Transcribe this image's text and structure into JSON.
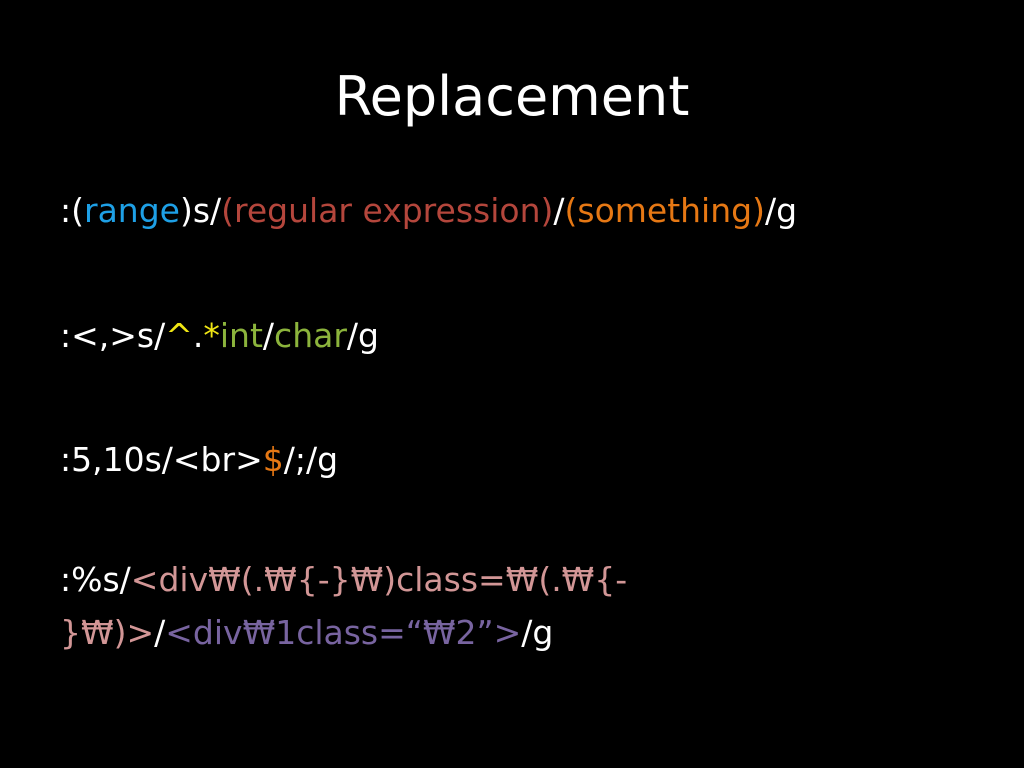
{
  "slide": {
    "title": "Replacement",
    "lines": [
      {
        "id": "line-1",
        "segments": [
          {
            "text": ":(",
            "color": "#ffffff"
          },
          {
            "text": "range",
            "color": "#1ea0e6"
          },
          {
            "text": ")s/",
            "color": "#ffffff"
          },
          {
            "text": "(regular expression)",
            "color": "#b4463c"
          },
          {
            "text": "/",
            "color": "#ffffff"
          },
          {
            "text": "(something)",
            "color": "#e67814"
          },
          {
            "text": "/g",
            "color": "#ffffff"
          }
        ]
      },
      {
        "id": "line-2",
        "segments": [
          {
            "text": ":<,>s/",
            "color": "#ffffff"
          },
          {
            "text": "^",
            "color": "#f0e614"
          },
          {
            "text": ".",
            "color": "#ffffff"
          },
          {
            "text": "*",
            "color": "#f0e614"
          },
          {
            "text": "int",
            "color": "#8cb43c"
          },
          {
            "text": "/",
            "color": "#ffffff"
          },
          {
            "text": "char",
            "color": "#8cb43c"
          },
          {
            "text": "/g",
            "color": "#ffffff"
          }
        ]
      },
      {
        "id": "line-3",
        "segments": [
          {
            "text": ":5,10s/<br>",
            "color": "#ffffff"
          },
          {
            "text": "$",
            "color": "#e67814"
          },
          {
            "text": "/;/g",
            "color": "#ffffff"
          }
        ]
      },
      {
        "id": "line-4a",
        "segments": [
          {
            "text": ":%s/",
            "color": "#ffffff"
          },
          {
            "text": "<div₩(.₩{-}₩)class=₩(.₩{-",
            "color": "#d29696"
          }
        ]
      },
      {
        "id": "line-4b",
        "segments": [
          {
            "text": "}₩)>",
            "color": "#d29696"
          },
          {
            "text": "/",
            "color": "#ffffff"
          },
          {
            "text": "<div₩1class=“₩2”>",
            "color": "#7864a0"
          },
          {
            "text": "/g",
            "color": "#ffffff"
          }
        ]
      }
    ]
  }
}
